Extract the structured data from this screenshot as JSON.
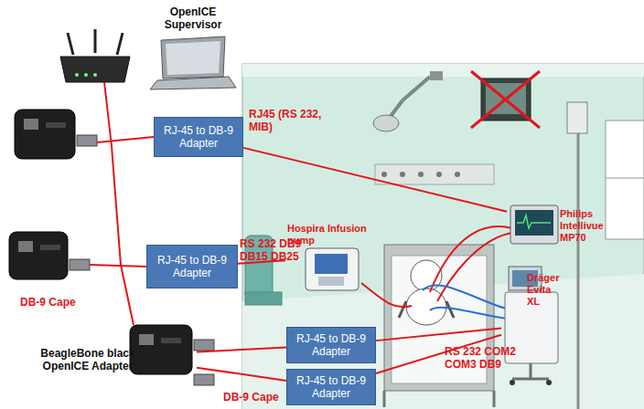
{
  "diagram": {
    "nodes": [
      {
        "text": [
          "OpenICE Supervisor"
        ]
      },
      {
        "text": [
          "RJ-45 to DB-9 Adapter"
        ]
      },
      {
        "text": [
          "Philips Intellivue MP70"
        ]
      },
      {
        "text": [
          "Hospira Infusion pump"
        ]
      },
      {
        "text": [
          "RJ-45 to DB-9 Adapter"
        ]
      },
      {
        "text": [
          "Dräger Evita XL"
        ]
      },
      {
        "text": [
          "RJ-45 to DB-9 Adapter"
        ]
      },
      {
        "text": [
          "RJ-45 to DB-9 Adapter"
        ]
      },
      {
        "text": [
          "BeagleBone black OpenICE Adapter"
        ]
      }
    ],
    "edges": [
      {
        "from": 1,
        "to": 2,
        "arrow": "none"
      },
      {
        "from": 4,
        "to": 3,
        "arrow": "none"
      },
      {
        "from": 6,
        "to": 5,
        "arrow": "none"
      },
      {
        "from": 7,
        "to": 5,
        "arrow": "none"
      },
      {
        "from": 8,
        "to": 6,
        "arrow": "none"
      },
      {
        "from": 8,
        "to": 7,
        "arrow": "none"
      }
    ],
    "labels": [
      "RJ45 (RS 232, MIB)",
      "RS 232 DB9 DB15 DB25",
      "RS 232 COM2 COM3 DB9",
      "DB-9 Cape",
      "DB-9 Cape"
    ]
  }
}
